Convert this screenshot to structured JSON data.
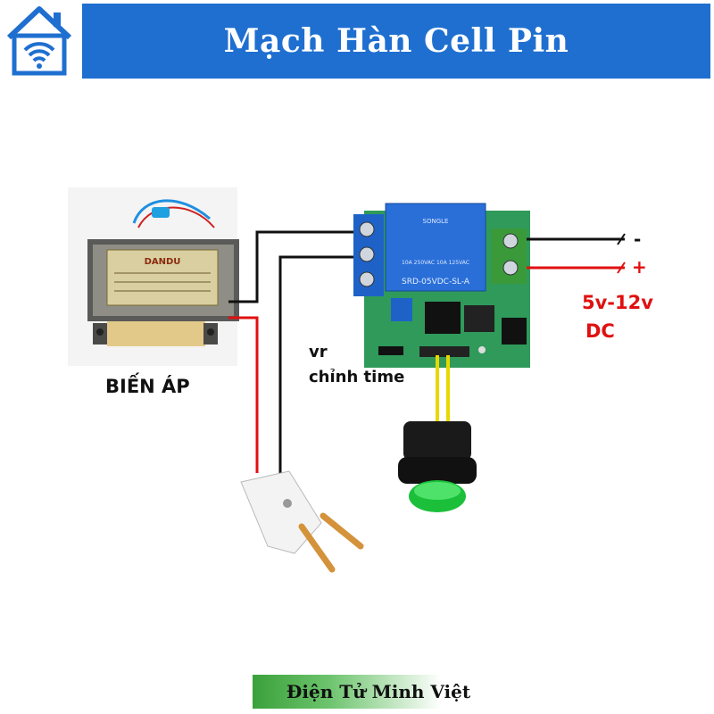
{
  "header": {
    "title": "Mạch Hàn Cell Pin",
    "logo_icon": "wifi-house-icon",
    "title_bg": "#1f6fd0"
  },
  "diagram": {
    "transformer_label": "BIẾN ÁP",
    "vr_label": "vr",
    "time_label": "chỉnh time",
    "minus_label": "-",
    "plus_label": "+",
    "voltage_label": "5v-12v",
    "dc_label": "DC",
    "relay_text": "SRD-05VDC-SL-A",
    "transformer_plate": "DANDU",
    "colors": {
      "wire_black": "#111111",
      "wire_red": "#e01010",
      "wire_yellow": "#e8d800",
      "relay_blue": "#1e62c8",
      "pcb_green": "#2f9a5a",
      "voltage_red": "#e01010"
    }
  },
  "footer": {
    "brand": "Điện Tử Minh Việt"
  }
}
